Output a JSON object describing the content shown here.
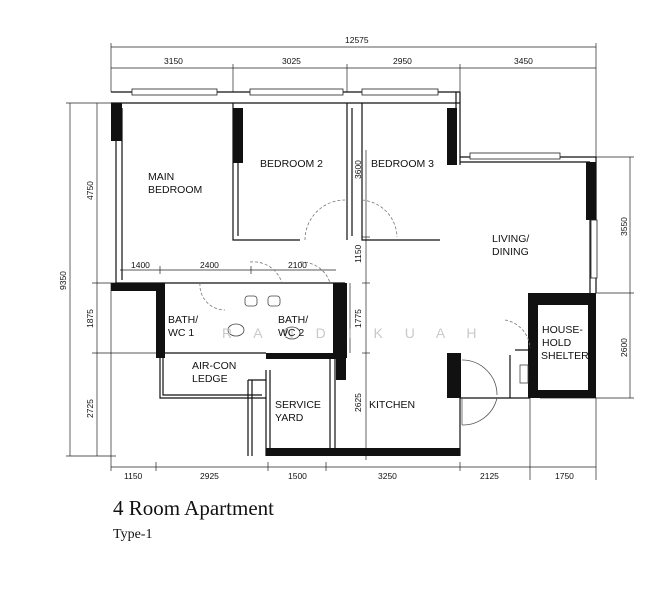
{
  "plan": {
    "overall_width": "12575",
    "overall_depth": "9350",
    "top_dims": [
      "3150",
      "3025",
      "2950",
      "3450"
    ],
    "bottom_dims": [
      "1150",
      "2925",
      "1500",
      "3250",
      "2125",
      "1750"
    ],
    "left_dims": [
      "4750",
      "1875",
      "2725"
    ],
    "right_dims": [
      "3550",
      "2600"
    ],
    "inner_dims": {
      "d1400": "1400",
      "d2400": "2400",
      "d2100": "2100",
      "d3600": "3600",
      "d1150": "1150",
      "d1775": "1775",
      "d2625": "2625"
    },
    "rooms": {
      "main_bedroom": [
        "MAIN",
        "BEDROOM"
      ],
      "bedroom2": "BEDROOM 2",
      "bedroom3": "BEDROOM 3",
      "living": [
        "LIVING/",
        "DINING"
      ],
      "bath1": [
        "BATH/",
        "WC 1"
      ],
      "bath2": [
        "BATH/",
        "WC 2"
      ],
      "aircon": [
        "AIR-CON",
        "LEDGE"
      ],
      "service": [
        "SERVICE",
        "YARD"
      ],
      "kitchen": "KITCHEN",
      "shelter": [
        "HOUSE-",
        "HOLD",
        "SHELTER"
      ]
    },
    "watermark": "R A N D I   K U A H"
  },
  "caption": {
    "title": "4 Room Apartment",
    "type": "Type-1"
  }
}
